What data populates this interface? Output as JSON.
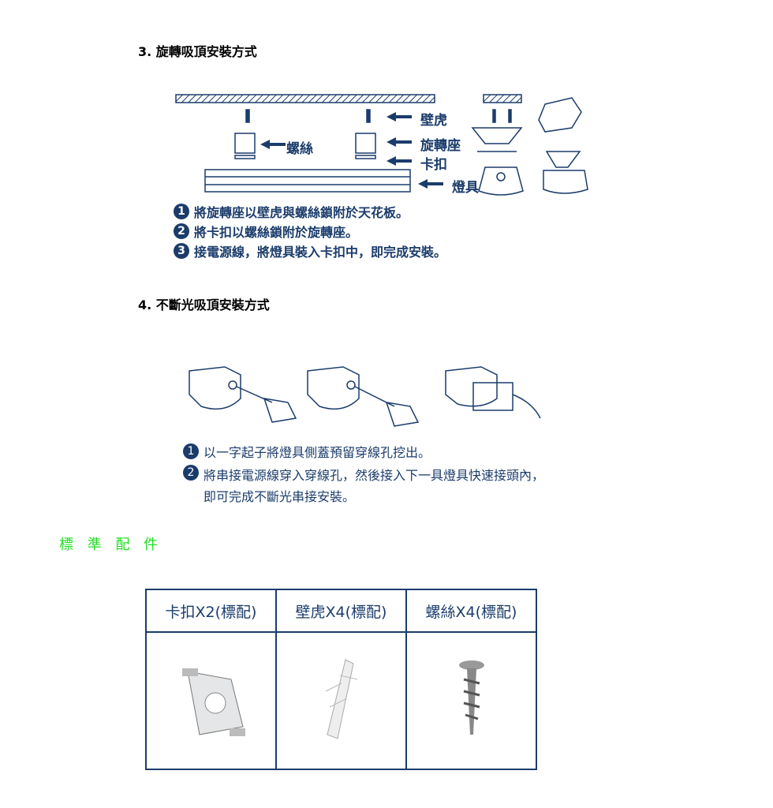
{
  "section3": {
    "title": "3. 旋轉吸頂安裝方式",
    "labels": {
      "anchor": "壁虎",
      "screw": "螺絲",
      "swivel": "旋轉座",
      "clip": "卡扣",
      "fixture": "燈具"
    },
    "steps": [
      {
        "num": "1",
        "text": "將旋轉座以壁虎與螺絲鎖附於天花板。"
      },
      {
        "num": "2",
        "text": "將卡扣以螺絲鎖附於旋轉座。"
      },
      {
        "num": "3",
        "text": "接電源線，將燈具裝入卡扣中，即完成安裝。"
      }
    ]
  },
  "section4": {
    "title": "4. 不斷光吸頂安裝方式",
    "steps": [
      {
        "num": "1",
        "text": "以一字起子將燈具側蓋預留穿線孔挖出。"
      },
      {
        "num": "2",
        "text": "將串接電源線穿入穿線孔，然後接入下一具燈具快速接頭內，",
        "text2": "即可完成不斷光串接安裝。"
      }
    ]
  },
  "accessories": {
    "title": "標 準 配 件",
    "columns": [
      "卡扣X2(標配)",
      "壁虎X4(標配)",
      "螺絲X4(標配)"
    ]
  },
  "colors": {
    "primary": "#1b3c6b",
    "heading_green": "#22dd22"
  }
}
